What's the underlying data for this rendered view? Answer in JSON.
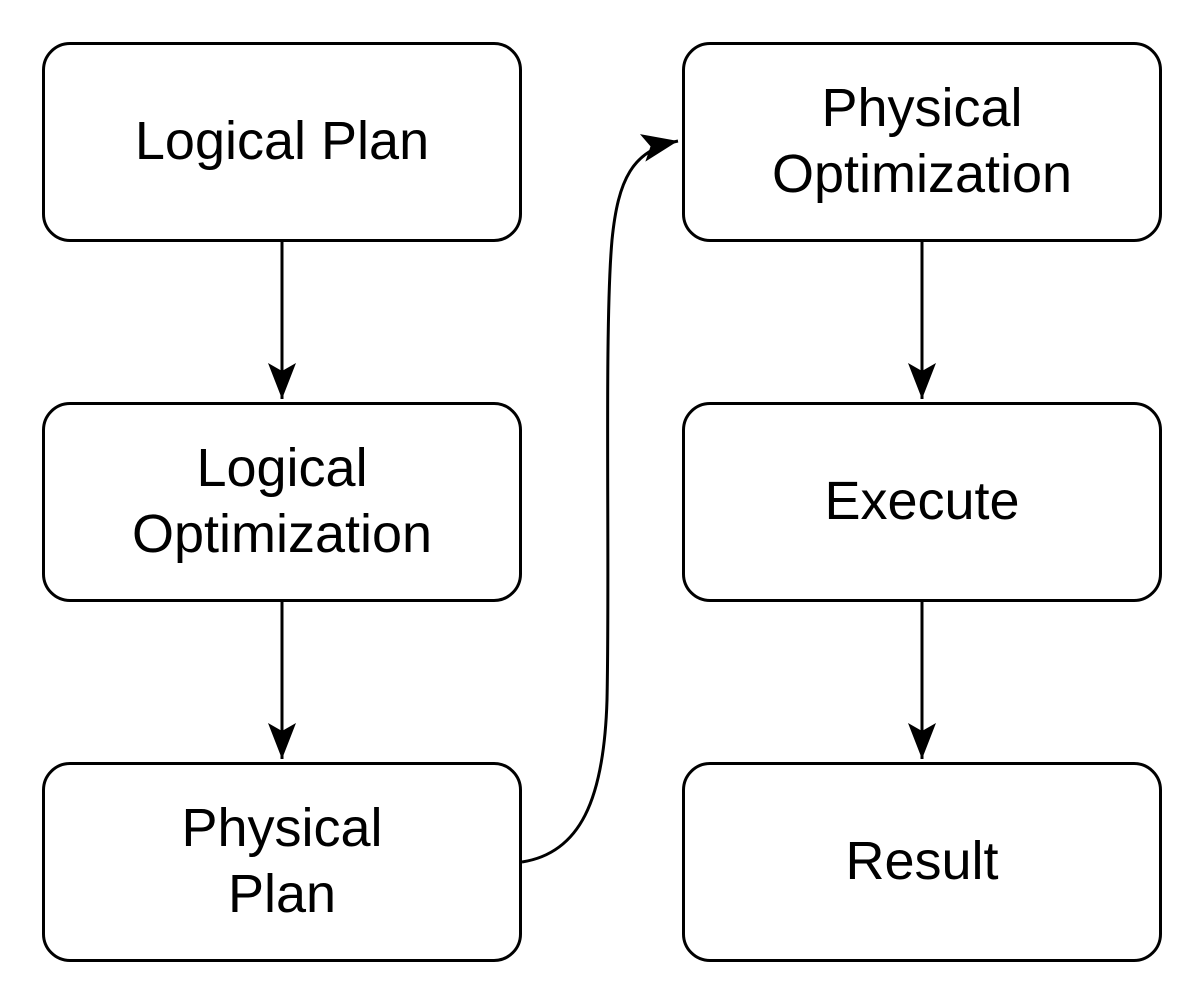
{
  "diagram": {
    "background_color": "#ffffff",
    "stroke_color": "#000000",
    "text_color": "#000000",
    "nodes": [
      {
        "id": "logical-plan",
        "label": "Logical Plan"
      },
      {
        "id": "logical-optimization",
        "label": "Logical\nOptimization"
      },
      {
        "id": "physical-plan",
        "label": "Physical\nPlan"
      },
      {
        "id": "physical-optimization",
        "label": "Physical\nOptimization"
      },
      {
        "id": "execute",
        "label": "Execute"
      },
      {
        "id": "result",
        "label": "Result"
      }
    ],
    "edges": [
      {
        "from": "logical-plan",
        "to": "logical-optimization"
      },
      {
        "from": "logical-optimization",
        "to": "physical-plan"
      },
      {
        "from": "physical-plan",
        "to": "physical-optimization"
      },
      {
        "from": "physical-optimization",
        "to": "execute"
      },
      {
        "from": "execute",
        "to": "result"
      }
    ]
  }
}
